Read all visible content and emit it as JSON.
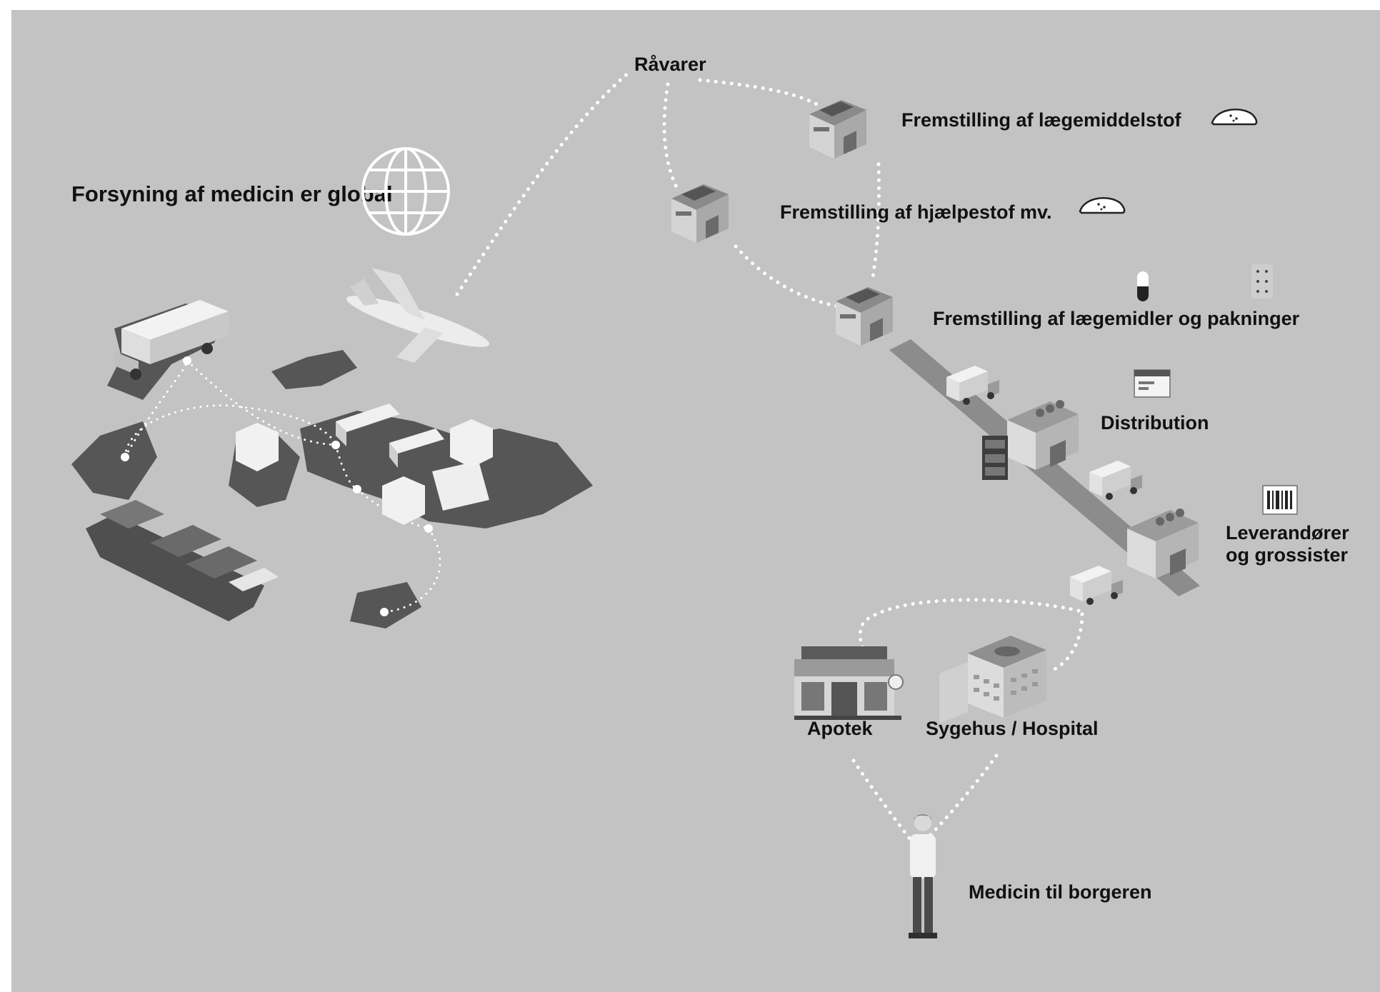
{
  "title": "Forsyning af medicin er global",
  "nodes": {
    "raw_materials": "Råvarer",
    "api_manufacturing": "Fremstilling af lægemiddelstof",
    "excipient_manufacturing": "Fremstilling af hjælpestof mv.",
    "drug_manufacturing": "Fremstilling af lægemidler og pakninger",
    "distribution": "Distribution",
    "suppliers_line1": "Leverandører",
    "suppliers_line2": "og grossister",
    "pharmacy": "Apotek",
    "hospital": "Sygehus / Hospital",
    "citizen": "Medicin til borgeren"
  },
  "icons": {
    "globe": "globe-icon",
    "world_map": "world-map-icon",
    "truck": "truck-icon",
    "airplane": "airplane-icon",
    "ship": "container-ship-icon",
    "train": "freight-train-icon",
    "factory": "factory-icon",
    "warehouse": "warehouse-icon",
    "powder": "powder-pile-icon",
    "capsule": "capsule-icon",
    "blister": "blister-pack-icon",
    "package": "medicine-package-icon",
    "barcode": "barcode-label-icon",
    "pharmacy": "pharmacy-store-icon",
    "hospital": "hospital-building-icon",
    "person": "person-icon"
  },
  "colors": {
    "background": "#c3c3c3",
    "dark_gray": "#555555",
    "light_gray": "#e6e6e6",
    "dots": "#ffffff",
    "text": "#111111"
  }
}
